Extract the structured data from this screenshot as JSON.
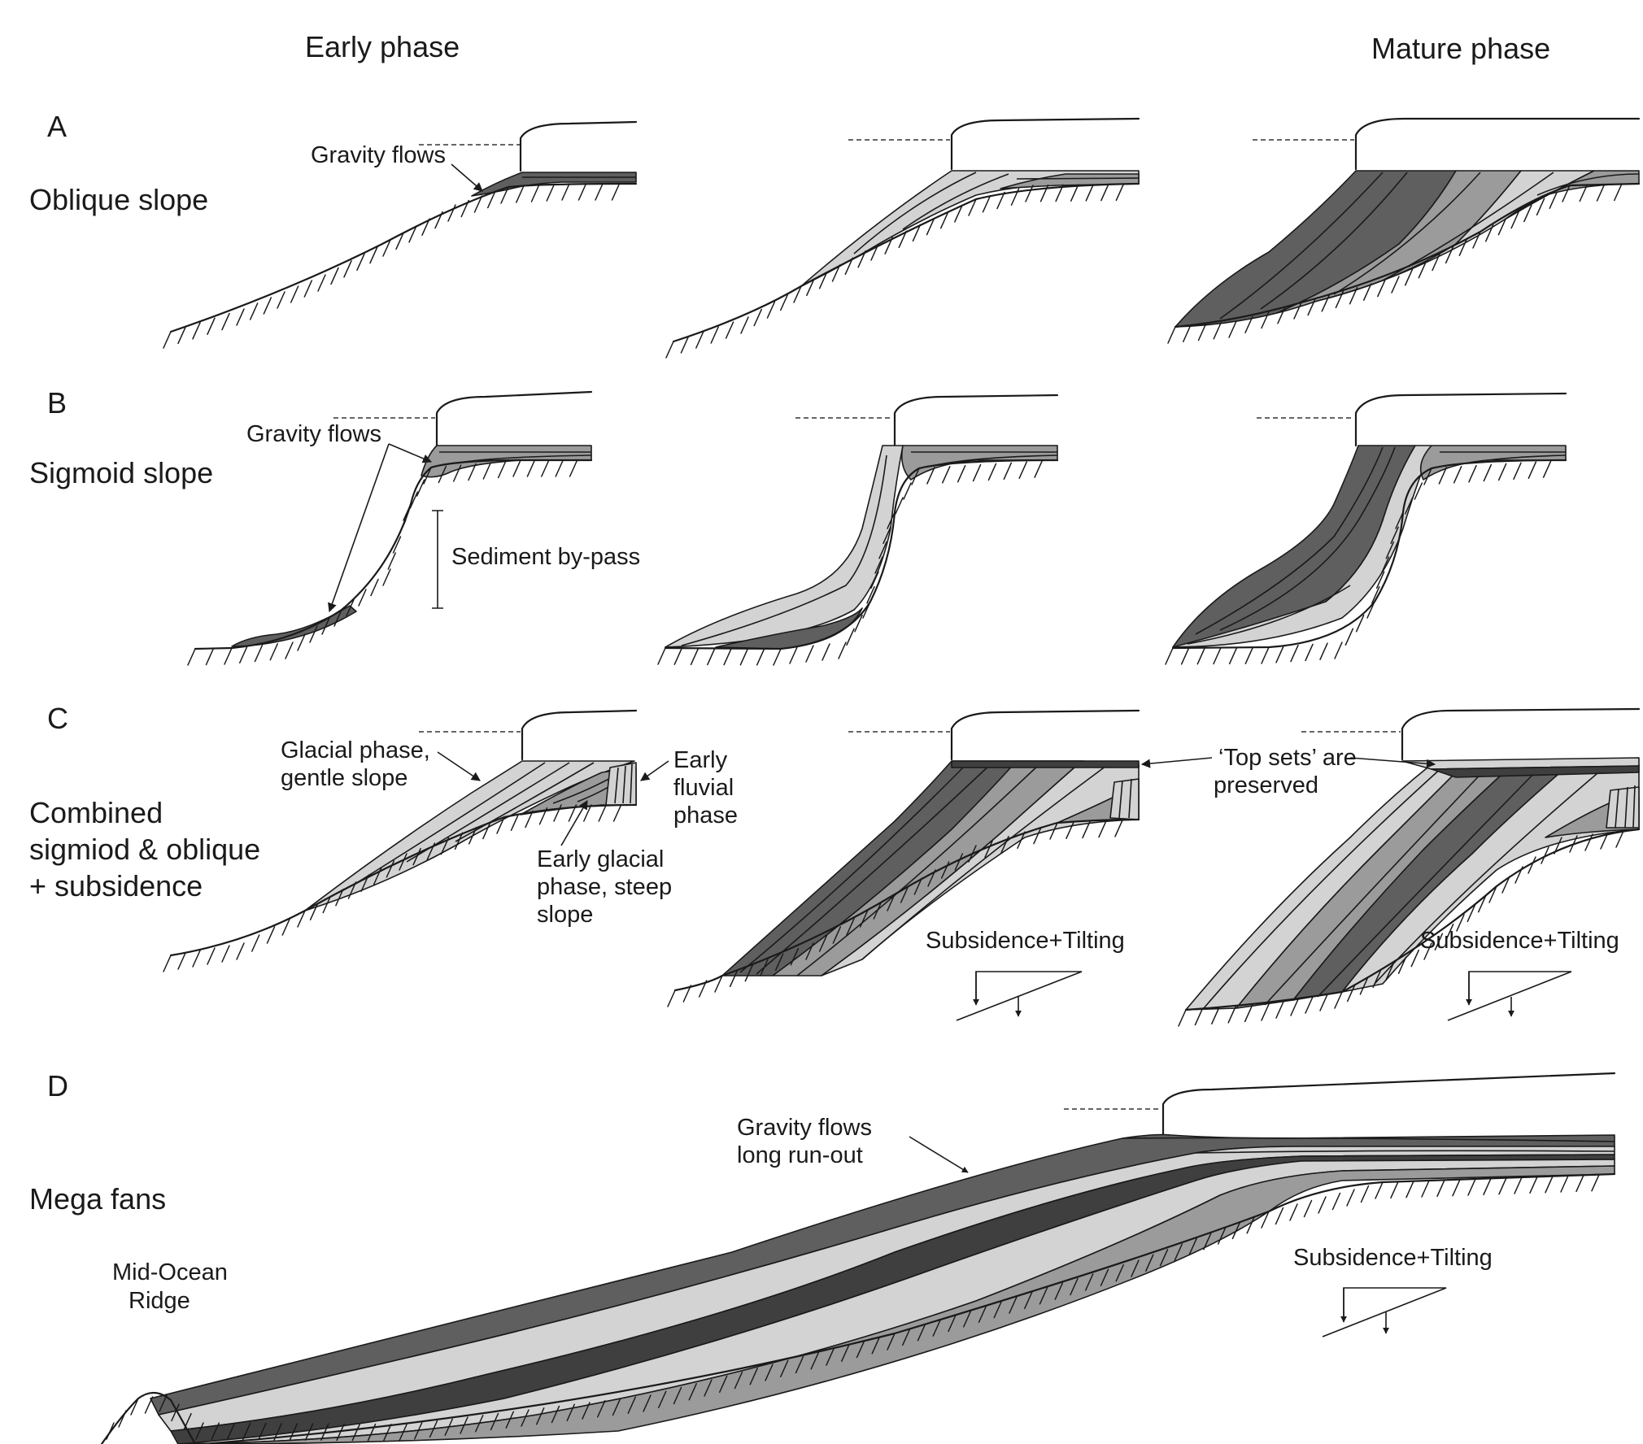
{
  "headers": {
    "early_phase": "Early phase",
    "mature_phase": "Mature phase"
  },
  "rows": {
    "a": {
      "letter": "A",
      "title": "Oblique slope",
      "gravity_flows": "Gravity flows"
    },
    "b": {
      "letter": "B",
      "title": "Sigmoid slope",
      "gravity_flows": "Gravity flows",
      "bypass": "Sediment by-pass"
    },
    "c": {
      "letter": "C",
      "title_lines": [
        "Combined",
        "sigmiod & oblique",
        "+ subsidence"
      ],
      "glacial_gentle": [
        "Glacial phase,",
        "gentle slope"
      ],
      "early_fluvial": [
        "Early",
        "fluvial",
        "phase"
      ],
      "early_glacial_steep": [
        "Early glacial",
        "phase, steep",
        "slope"
      ],
      "top_sets": [
        "‘Top sets’ are",
        "preserved"
      ],
      "subsidence_mid": "Subsidence+Tilting",
      "subsidence_right": "Subsidence+Tilting"
    },
    "d": {
      "letter": "D",
      "title": "Mega fans",
      "gravity_flows": [
        "Gravity flows",
        "long run-out"
      ],
      "ridge": [
        "Mid-Ocean",
        "Ridge"
      ],
      "subsidence": "Subsidence+Tilting"
    }
  },
  "colors": {
    "dark_fill": "#5f5f5f",
    "medium_fill": "#9b9b9b",
    "light_fill": "#d3d3d3",
    "outline": "#1a1a1a"
  }
}
